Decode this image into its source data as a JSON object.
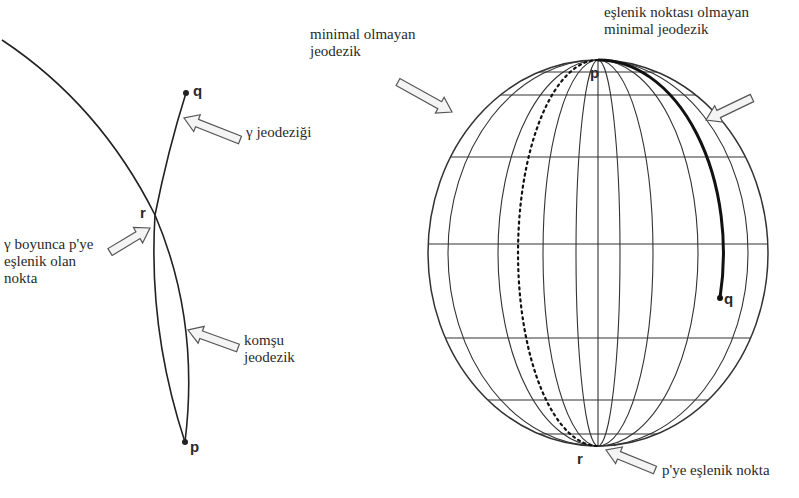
{
  "diagram": {
    "labels": [
      "q",
      "γ jeodeziği",
      "r",
      "γ boyunca p'ye eşlenik olan nokta",
      "komşu jeodezik",
      "p",
      "minimal olmayan jeodezik",
      "eşlenik noktası olmayan minimal jeodezik",
      "p",
      "q",
      "r",
      "p'ye eşlenik nokta"
    ]
  }
}
